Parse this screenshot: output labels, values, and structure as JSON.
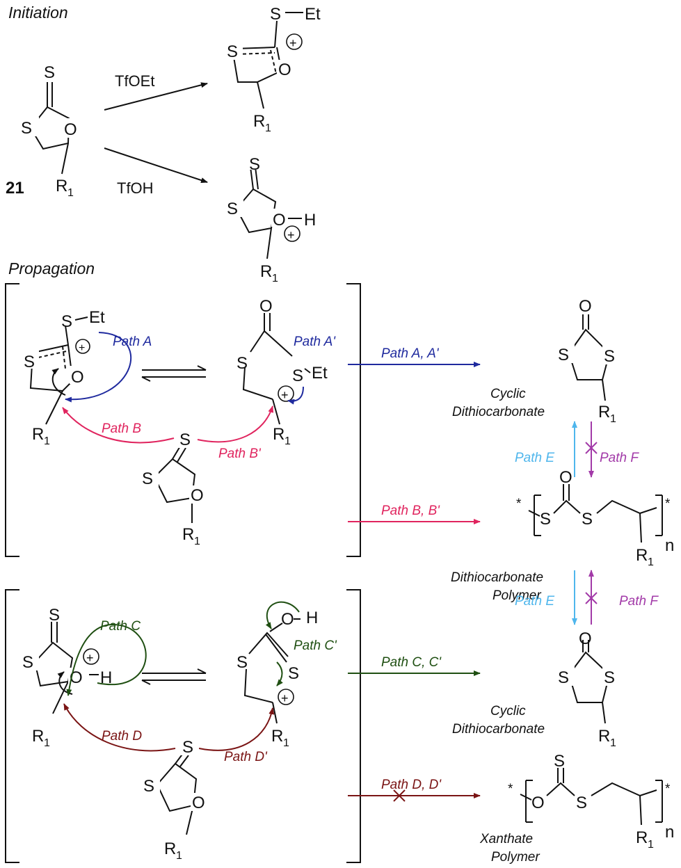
{
  "headings": {
    "initiation": "Initiation",
    "propagation": "Propagation"
  },
  "compound_number": "21",
  "atoms": {
    "S": "S",
    "O": "O",
    "H": "H",
    "R": "R",
    "R_sub": "1",
    "Et": "Et",
    "plus": "+",
    "asterisk": "*",
    "n": "n"
  },
  "reagents": {
    "tfoet": "TfOEt",
    "tfoh": "TfOH"
  },
  "paths": {
    "A": "Path A",
    "A_prime": "Path A'",
    "A_A_prime": "Path A, A'",
    "B": "Path B",
    "B_prime": "Path B'",
    "B_B_prime": "Path B, B'",
    "C": "Path C",
    "C_prime": "Path C'",
    "C_C_prime": "Path C, C'",
    "D": "Path D",
    "D_prime": "Path D'",
    "D_D_prime": "Path D, D'",
    "E": "Path E",
    "F": "Path F"
  },
  "products": {
    "cyclic_1": "Cyclic",
    "cyclic_2": "Dithiocarbonate",
    "polymer_1": "Dithiocarbonate",
    "polymer_2": "Polymer",
    "xanthate_1": "Xanthate",
    "xanthate_2": "Polymer"
  },
  "colors": {
    "path_A": "#1f2a9e",
    "path_B": "#e0245e",
    "path_C": "#1f4f12",
    "path_D": "#7a1414",
    "path_E": "#4fb6ec",
    "path_F": "#a23aa8",
    "ink": "#111111"
  }
}
